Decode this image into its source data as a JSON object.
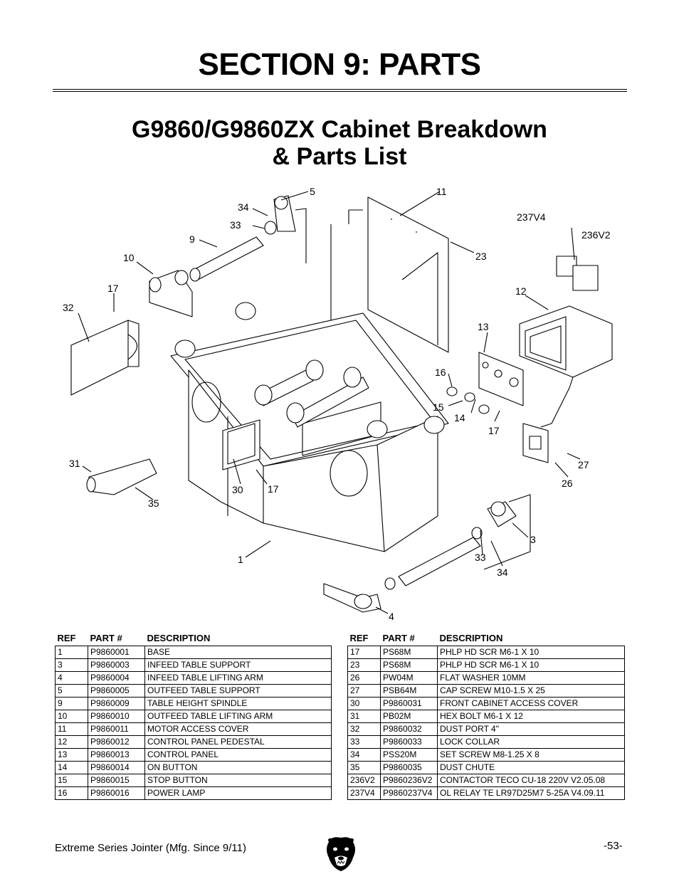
{
  "section_title": "SECTION 9: PARTS",
  "subtitle_line1": "G9860/G9860ZX Cabinet Breakdown",
  "subtitle_line2": "& Parts List",
  "diagram_labels": [
    "5",
    "11",
    "34",
    "33",
    "237V4",
    "236V2",
    "9",
    "23",
    "10",
    "17",
    "12",
    "32",
    "13",
    "16",
    "15",
    "14",
    "17",
    "27",
    "31",
    "30",
    "17",
    "26",
    "35",
    "3",
    "33",
    "34",
    "1",
    "4"
  ],
  "table_headers": {
    "ref": "REF",
    "part": "PART #",
    "desc": "DESCRIPTION"
  },
  "parts_left": [
    {
      "ref": "1",
      "part": "P9860001",
      "desc": "BASE"
    },
    {
      "ref": "3",
      "part": "P9860003",
      "desc": "INFEED TABLE SUPPORT"
    },
    {
      "ref": "4",
      "part": "P9860004",
      "desc": "INFEED TABLE LIFTING ARM"
    },
    {
      "ref": "5",
      "part": "P9860005",
      "desc": "OUTFEED TABLE SUPPORT"
    },
    {
      "ref": "9",
      "part": "P9860009",
      "desc": "TABLE HEIGHT SPINDLE"
    },
    {
      "ref": "10",
      "part": "P9860010",
      "desc": "OUTFEED TABLE LIFTING ARM"
    },
    {
      "ref": "11",
      "part": "P9860011",
      "desc": "MOTOR ACCESS COVER"
    },
    {
      "ref": "12",
      "part": "P9860012",
      "desc": "CONTROL PANEL PEDESTAL"
    },
    {
      "ref": "13",
      "part": "P9860013",
      "desc": "CONTROL PANEL"
    },
    {
      "ref": "14",
      "part": "P9860014",
      "desc": "ON BUTTON"
    },
    {
      "ref": "15",
      "part": "P9860015",
      "desc": "STOP BUTTON"
    },
    {
      "ref": "16",
      "part": "P9860016",
      "desc": "POWER LAMP"
    }
  ],
  "parts_right": [
    {
      "ref": "17",
      "part": "PS68M",
      "desc": "PHLP HD SCR M6-1 X 10"
    },
    {
      "ref": "23",
      "part": "PS68M",
      "desc": "PHLP HD SCR M6-1 X 10"
    },
    {
      "ref": "26",
      "part": "PW04M",
      "desc": "FLAT WASHER 10MM"
    },
    {
      "ref": "27",
      "part": "PSB64M",
      "desc": "CAP SCREW M10-1.5 X 25"
    },
    {
      "ref": "30",
      "part": "P9860031",
      "desc": "FRONT CABINET ACCESS COVER"
    },
    {
      "ref": "31",
      "part": "PB02M",
      "desc": "HEX BOLT M6-1 X 12"
    },
    {
      "ref": "32",
      "part": "P9860032",
      "desc": "DUST PORT 4\""
    },
    {
      "ref": "33",
      "part": "P9860033",
      "desc": "LOCK COLLAR"
    },
    {
      "ref": "34",
      "part": "PSS20M",
      "desc": "SET SCREW M8-1.25 X 8"
    },
    {
      "ref": "35",
      "part": "P9860035",
      "desc": "DUST CHUTE"
    },
    {
      "ref": "236V2",
      "part": "P9860236V2",
      "desc": "CONTACTOR TECO CU-18 220V V2.05.08"
    },
    {
      "ref": "237V4",
      "part": "P9860237V4",
      "desc": "OL RELAY TE LR97D25M7 5-25A V4.09.11"
    }
  ],
  "footer_left": "Extreme Series Jointer (Mfg. Since 9/11)",
  "page_number": "-53-"
}
